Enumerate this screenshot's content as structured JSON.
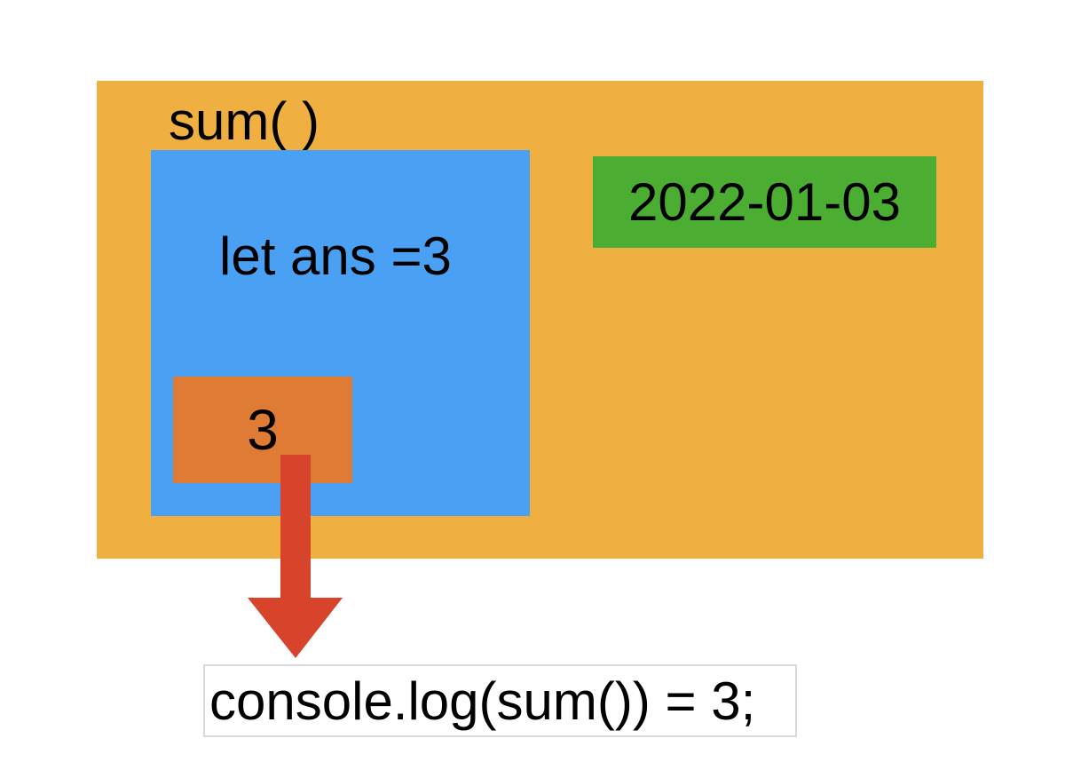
{
  "diagram": {
    "function_label": "sum( )",
    "local_scope": {
      "declaration": "let ans =3"
    },
    "return_value": "3",
    "date_badge": "2022-01-03",
    "console_output": "console.log(sum()) = 3;",
    "colors": {
      "function_box": "#F0B041",
      "scope_box": "#4AA0F2",
      "value_box": "#E07B35",
      "date_box": "#4CAD33",
      "arrow": "#D8432C",
      "output_border": "#D9D9D9",
      "output_bg": "#FFFFFF",
      "text": "#000000",
      "page_bg": "#FFFFFF"
    }
  }
}
